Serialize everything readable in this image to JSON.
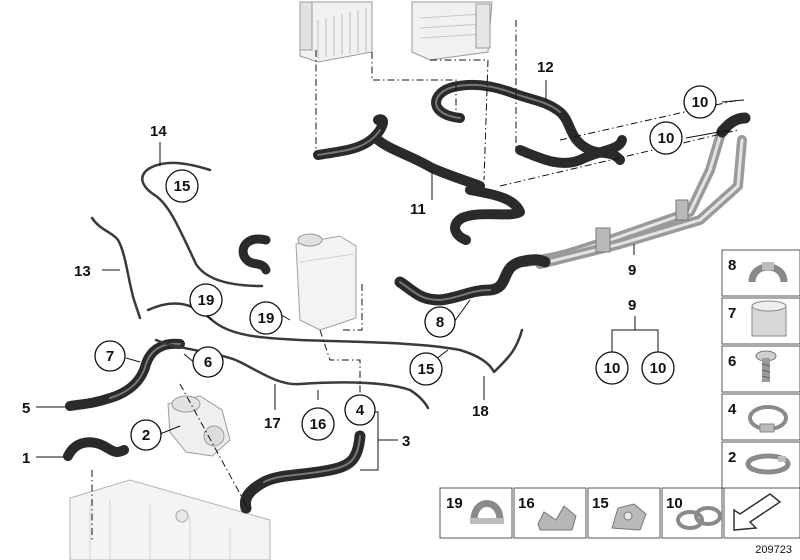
{
  "diagram": {
    "callouts": {
      "c1": "1",
      "c2": "2",
      "c3": "3",
      "c4": "4",
      "c5": "5",
      "c6": "6",
      "c7": "7",
      "c8": "8",
      "c9": "9",
      "c9b": "9",
      "c10a": "10",
      "c10b": "10",
      "c10c": "10",
      "c10d": "10",
      "c11": "11",
      "c12": "12",
      "c13": "13",
      "c14": "14",
      "c15a": "15",
      "c15b": "15",
      "c16": "16",
      "c17": "17",
      "c18": "18",
      "c19a": "19",
      "c19b": "19"
    },
    "legend": {
      "right": [
        "8",
        "7",
        "6",
        "4",
        "2"
      ],
      "bottom": [
        "19",
        "16",
        "15",
        "10"
      ]
    },
    "document_id": "209723"
  }
}
